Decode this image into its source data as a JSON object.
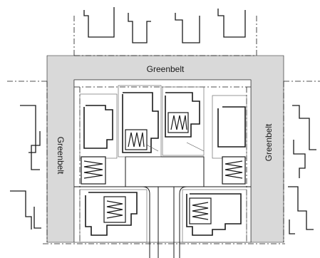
{
  "labels": {
    "greenbelt_top": "Greenbelt",
    "greenbelt_left": "Greenbelt",
    "greenbelt_right": "Greenbelt"
  },
  "colors": {
    "greenbelt_fill": "#d9d9d9",
    "line": "#1a1a1a",
    "background": "#ffffff"
  }
}
